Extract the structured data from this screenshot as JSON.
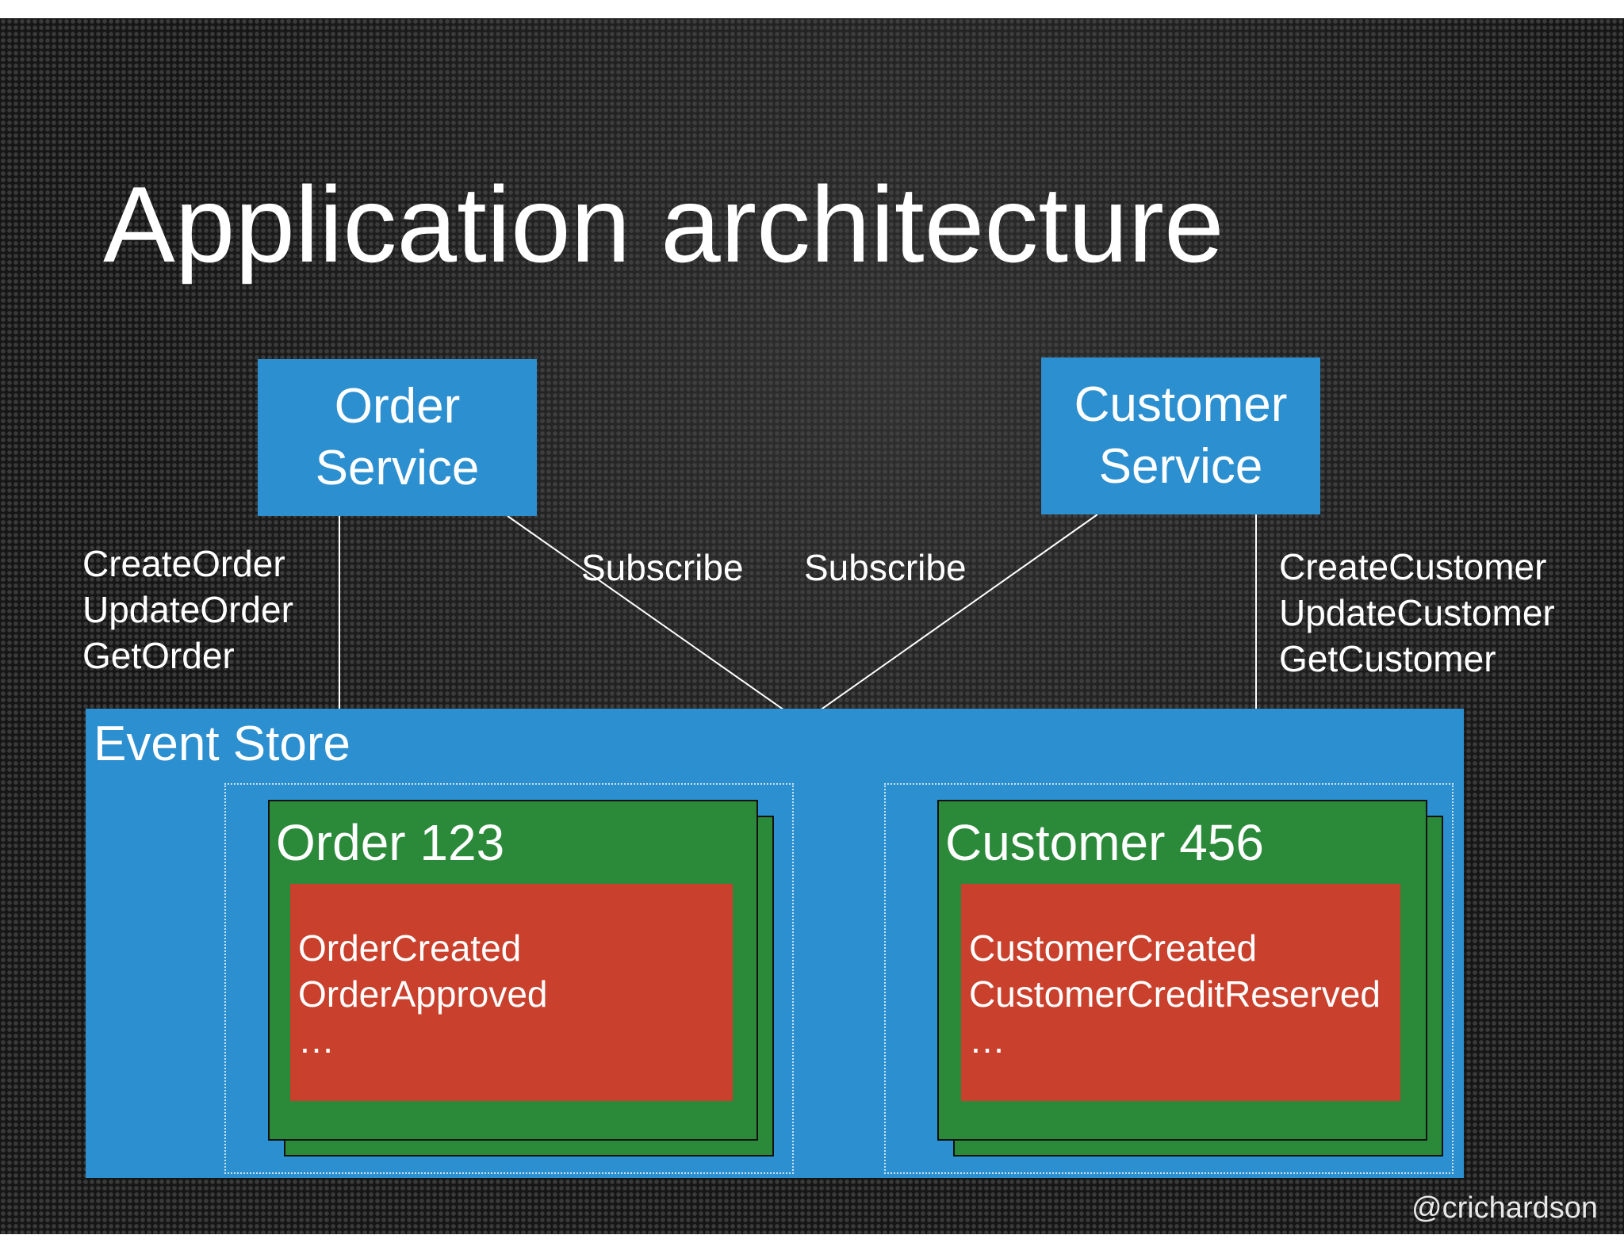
{
  "title": "Application architecture",
  "services": {
    "order": {
      "line1": "Order",
      "line2": "Service"
    },
    "customer": {
      "line1": "Customer",
      "line2": "Service"
    }
  },
  "operations": {
    "order": [
      "CreateOrder",
      "UpdateOrder",
      "GetOrder"
    ],
    "customer": [
      "CreateCustomer",
      "UpdateCustomer",
      "GetCustomer"
    ]
  },
  "subscribe_labels": [
    "Subscribe",
    "Subscribe"
  ],
  "event_store": {
    "title": "Event Store",
    "aggregates": [
      {
        "name": "Order 123",
        "events": [
          "OrderCreated",
          "OrderApproved",
          "…"
        ]
      },
      {
        "name": "Customer 456",
        "events": [
          "CustomerCreated",
          "CustomerCreditReserved",
          "…"
        ]
      }
    ]
  },
  "watermark": "@crichardson",
  "colors": {
    "service_blue": "#2b8fd0",
    "aggregate_green": "#2a8a3a",
    "event_red": "#c9402d",
    "background": "#161616"
  }
}
